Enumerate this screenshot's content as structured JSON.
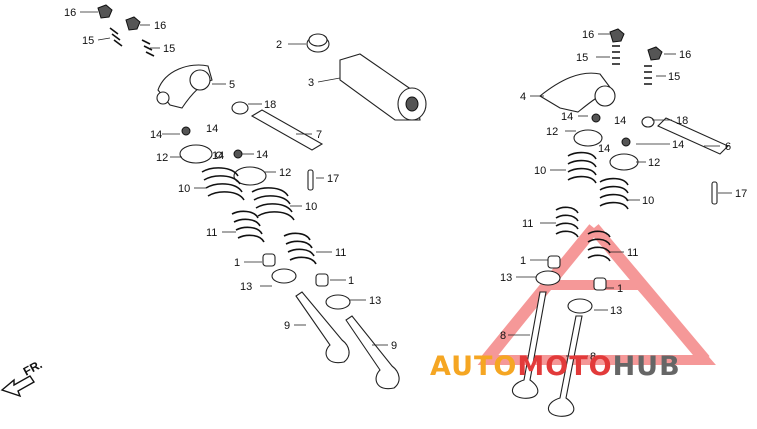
{
  "diagram": {
    "labels": [
      "1",
      "2",
      "3",
      "4",
      "5",
      "6",
      "7",
      "8",
      "9",
      "10",
      "11",
      "12",
      "13",
      "14",
      "15",
      "16",
      "17",
      "18"
    ],
    "direction_label": "FR."
  },
  "watermark": {
    "part1": "AUTO",
    "part2": "MOTO",
    "part3": "HUB",
    "color_orange": "#f5a623",
    "color_red": "#e23a3a",
    "color_gray": "#666666"
  }
}
